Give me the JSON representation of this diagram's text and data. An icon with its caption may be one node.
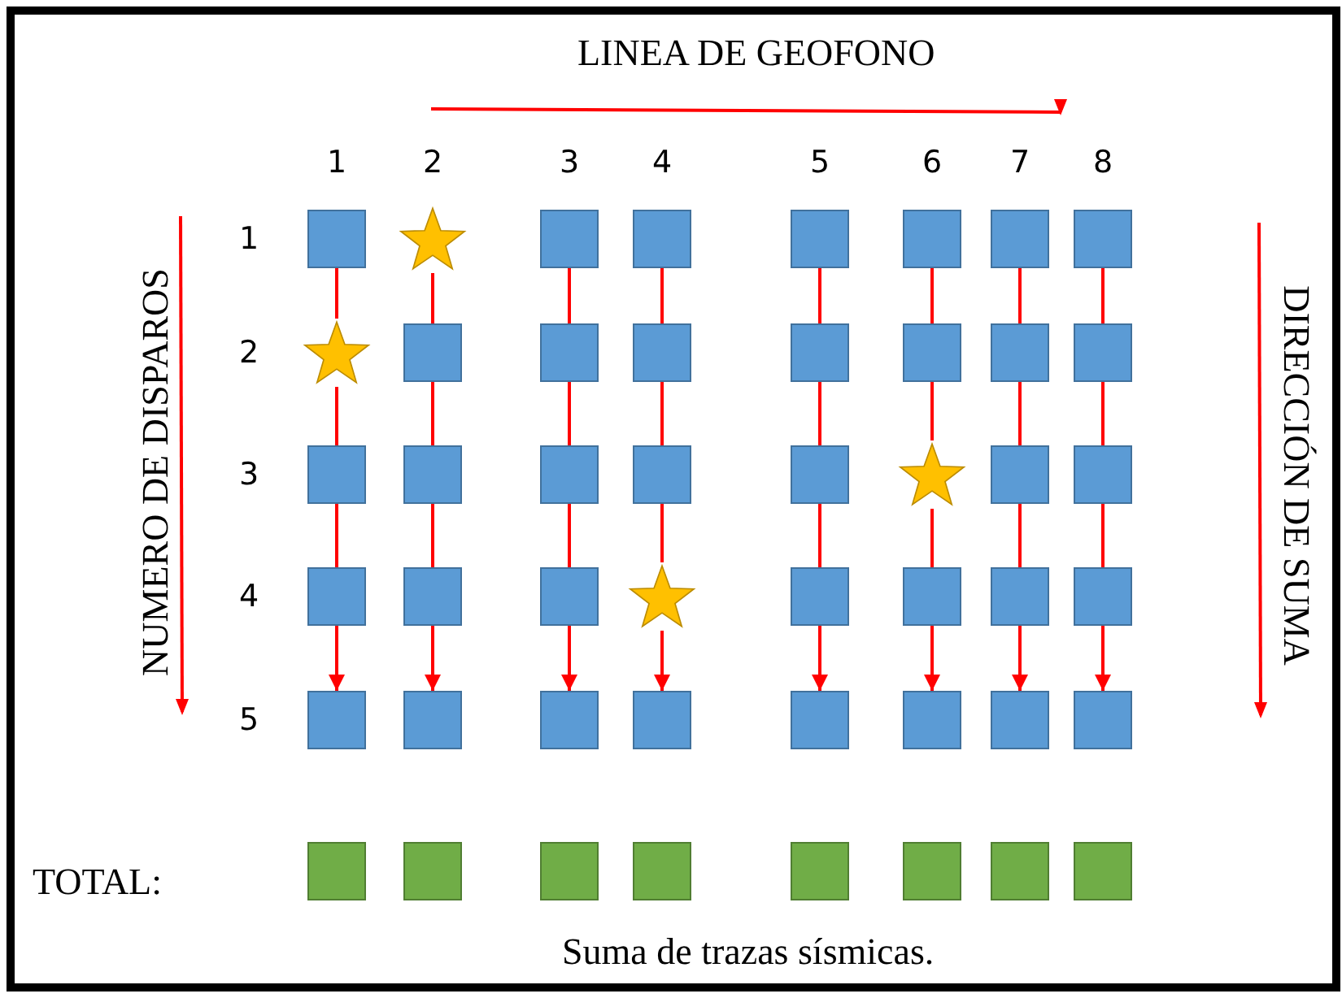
{
  "diagram": {
    "nodes": [
      {
        "text": [],
        "shape": "box"
      },
      {
        "text": [],
        "shape": "star"
      },
      {
        "text": [],
        "shape": "box"
      },
      {
        "text": [],
        "shape": "box"
      },
      {
        "text": [],
        "shape": "box"
      },
      {
        "text": [],
        "shape": "box"
      },
      {
        "text": [],
        "shape": "box"
      },
      {
        "text": [],
        "shape": "box"
      },
      {
        "text": [],
        "shape": "star"
      },
      {
        "text": [],
        "shape": "box"
      },
      {
        "text": [],
        "shape": "box"
      },
      {
        "text": [],
        "shape": "box"
      },
      {
        "text": [],
        "shape": "box"
      },
      {
        "text": [],
        "shape": "box"
      },
      {
        "text": [],
        "shape": "box"
      },
      {
        "text": [],
        "shape": "box"
      },
      {
        "text": [],
        "shape": "box"
      },
      {
        "text": [],
        "shape": "box"
      },
      {
        "text": [],
        "shape": "box"
      },
      {
        "text": [],
        "shape": "box"
      },
      {
        "text": [],
        "shape": "box"
      },
      {
        "text": [],
        "shape": "star"
      },
      {
        "text": [],
        "shape": "box"
      },
      {
        "text": [],
        "shape": "box"
      },
      {
        "text": [],
        "shape": "box"
      },
      {
        "text": [],
        "shape": "box"
      },
      {
        "text": [],
        "shape": "box"
      },
      {
        "text": [],
        "shape": "star"
      },
      {
        "text": [],
        "shape": "box"
      },
      {
        "text": [],
        "shape": "box"
      },
      {
        "text": [],
        "shape": "box"
      },
      {
        "text": [],
        "shape": "box"
      },
      {
        "text": [],
        "shape": "box"
      },
      {
        "text": [],
        "shape": "box"
      },
      {
        "text": [],
        "shape": "box"
      },
      {
        "text": [],
        "shape": "box"
      },
      {
        "text": [],
        "shape": "box"
      },
      {
        "text": [],
        "shape": "box"
      },
      {
        "text": [],
        "shape": "box"
      },
      {
        "text": [],
        "shape": "box"
      },
      {
        "text": [],
        "shape": "box"
      },
      {
        "text": [],
        "shape": "box"
      },
      {
        "text": [],
        "shape": "box"
      },
      {
        "text": [],
        "shape": "box"
      },
      {
        "text": [],
        "shape": "box"
      },
      {
        "text": [],
        "shape": "box"
      },
      {
        "text": [],
        "shape": "box"
      },
      {
        "text": [],
        "shape": "box"
      }
    ],
    "edges": [
      {
        "from": 0,
        "to": 8,
        "arrow": "none"
      },
      {
        "from": 8,
        "to": 16,
        "arrow": "none"
      },
      {
        "from": 16,
        "to": 24,
        "arrow": "none"
      },
      {
        "from": 24,
        "to": 32,
        "arrow": "to"
      },
      {
        "from": 1,
        "to": 9,
        "arrow": "none"
      },
      {
        "from": 9,
        "to": 17,
        "arrow": "none"
      },
      {
        "from": 17,
        "to": 25,
        "arrow": "none"
      },
      {
        "from": 25,
        "to": 33,
        "arrow": "to"
      },
      {
        "from": 2,
        "to": 10,
        "arrow": "none"
      },
      {
        "from": 10,
        "to": 18,
        "arrow": "none"
      },
      {
        "from": 18,
        "to": 26,
        "arrow": "none"
      },
      {
        "from": 26,
        "to": 34,
        "arrow": "to"
      },
      {
        "from": 3,
        "to": 11,
        "arrow": "none"
      },
      {
        "from": 11,
        "to": 19,
        "arrow": "none"
      },
      {
        "from": 19,
        "to": 27,
        "arrow": "none"
      },
      {
        "from": 27,
        "to": 35,
        "arrow": "to"
      },
      {
        "from": 4,
        "to": 12,
        "arrow": "none"
      },
      {
        "from": 12,
        "to": 20,
        "arrow": "none"
      },
      {
        "from": 20,
        "to": 28,
        "arrow": "none"
      },
      {
        "from": 28,
        "to": 36,
        "arrow": "to"
      },
      {
        "from": 5,
        "to": 13,
        "arrow": "none"
      },
      {
        "from": 13,
        "to": 21,
        "arrow": "none"
      },
      {
        "from": 21,
        "to": 29,
        "arrow": "none"
      },
      {
        "from": 29,
        "to": 37,
        "arrow": "to"
      },
      {
        "from": 6,
        "to": 14,
        "arrow": "none"
      },
      {
        "from": 14,
        "to": 22,
        "arrow": "none"
      },
      {
        "from": 22,
        "to": 30,
        "arrow": "none"
      },
      {
        "from": 30,
        "to": 38,
        "arrow": "to"
      },
      {
        "from": 7,
        "to": 15,
        "arrow": "none"
      },
      {
        "from": 15,
        "to": 23,
        "arrow": "none"
      },
      {
        "from": 23,
        "to": 31,
        "arrow": "none"
      },
      {
        "from": 31,
        "to": 39,
        "arrow": "to"
      }
    ],
    "labels": [
      "LINEA DE GEOFONO",
      "1",
      "2",
      "3",
      "4",
      "5",
      "6",
      "7",
      "8",
      "NUMERO DE DISPAROS",
      "1",
      "2",
      "3",
      "4",
      "5",
      "DIRECCIÓN DE SUMA",
      "TOTAL:"
    ],
    "caption": "Suma de trazas sísmicas."
  }
}
